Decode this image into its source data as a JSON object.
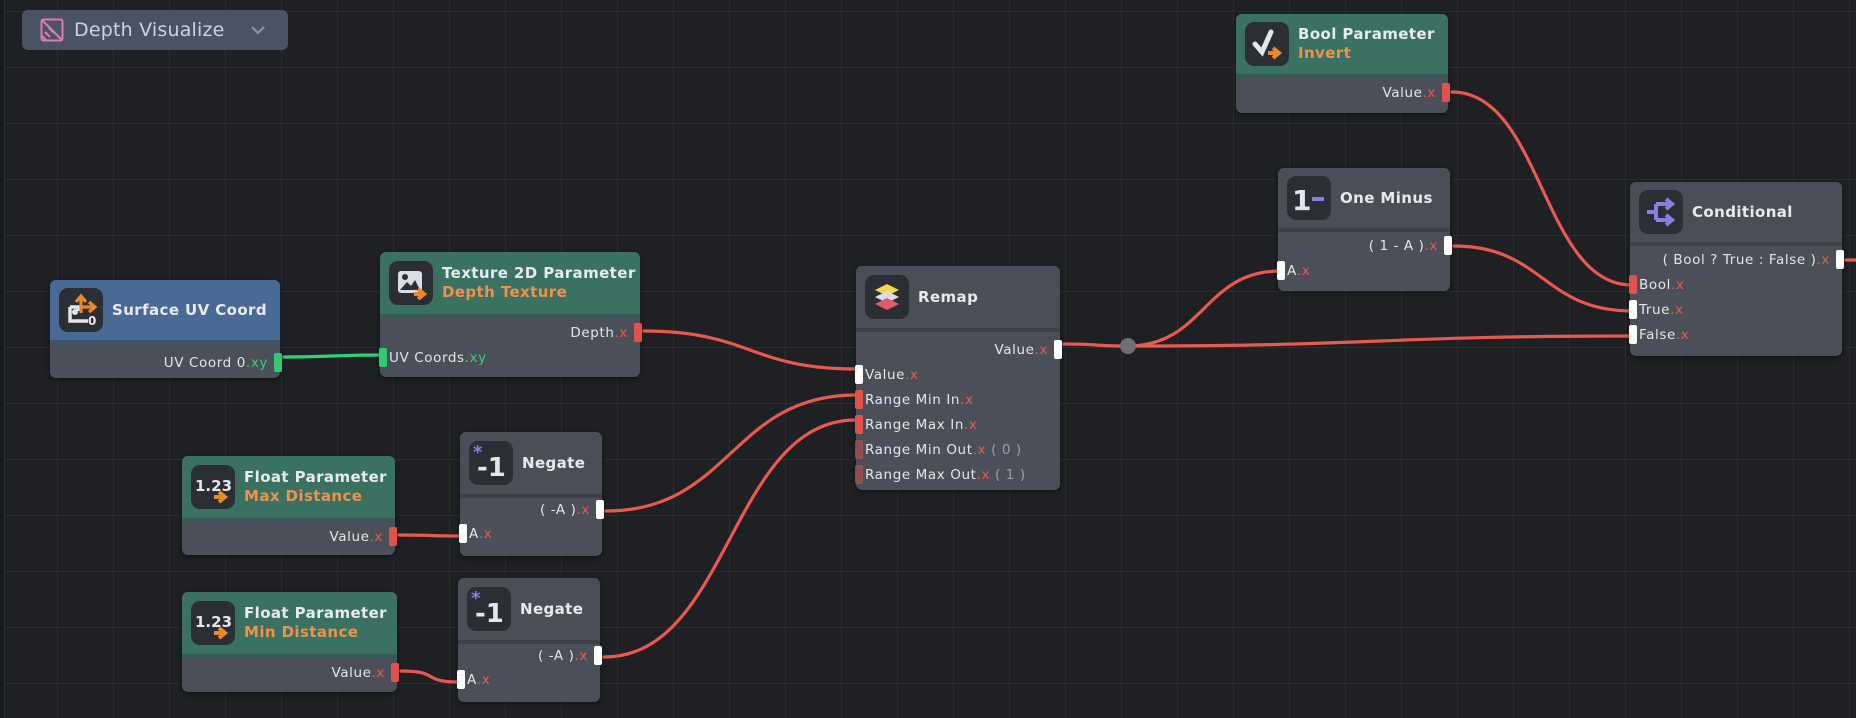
{
  "graph_title": {
    "label": "Depth Visualize",
    "icon": "texture-graph-icon",
    "dropdown_icon": "chevron-down-icon",
    "icon_color": "#e07ab0"
  },
  "colors": {
    "float_edge": "#e8594f",
    "vector2_edge": "#2fd07a",
    "param_header": "#3b7163",
    "uv_header": "#4a6a96",
    "node_body": "#4a4f59",
    "accent_orange": "#f0934a"
  },
  "nodes": {
    "surface_uv": {
      "title": "Surface UV Coord",
      "icon": "uv-coord-icon",
      "outputs": [
        {
          "label": "UV Coord 0",
          "suffix": ".xy"
        }
      ]
    },
    "texture2d": {
      "title": "Texture 2D Parameter",
      "subtitle": "Depth Texture",
      "icon": "texture-parameter-icon",
      "outputs": [
        {
          "label": "Depth",
          "suffix": ".x"
        }
      ],
      "inputs": [
        {
          "label": "UV Coords",
          "suffix": ".xy"
        }
      ]
    },
    "float_max": {
      "title": "Float Parameter",
      "subtitle": "Max Distance",
      "icon_text": "1.23",
      "outputs": [
        {
          "label": "Value",
          "suffix": ".x"
        }
      ]
    },
    "float_min": {
      "title": "Float Parameter",
      "subtitle": "Min Distance",
      "icon_text": "1.23",
      "outputs": [
        {
          "label": "Value",
          "suffix": ".x"
        }
      ]
    },
    "negate_1": {
      "title": "Negate",
      "icon_text": "-1",
      "outputs": [
        {
          "label": "( -A )",
          "suffix": ".x"
        }
      ],
      "inputs": [
        {
          "label": "A",
          "suffix": ".x"
        }
      ]
    },
    "negate_2": {
      "title": "Negate",
      "icon_text": "-1",
      "outputs": [
        {
          "label": "( -A )",
          "suffix": ".x"
        }
      ],
      "inputs": [
        {
          "label": "A",
          "suffix": ".x"
        }
      ]
    },
    "remap": {
      "title": "Remap",
      "icon": "layers-icon",
      "outputs": [
        {
          "label": "Value",
          "suffix": ".x"
        }
      ],
      "inputs": [
        {
          "label": "Value",
          "suffix": ".x"
        },
        {
          "label": "Range Min In",
          "suffix": ".x"
        },
        {
          "label": "Range Max In",
          "suffix": ".x"
        },
        {
          "label": "Range Min Out",
          "suffix": ".x",
          "default": "( 0 )"
        },
        {
          "label": "Range Max Out",
          "suffix": ".x",
          "default": "( 1 )"
        }
      ]
    },
    "bool_param": {
      "title": "Bool Parameter",
      "subtitle": "Invert",
      "icon": "checkmark-parameter-icon",
      "outputs": [
        {
          "label": "Value",
          "suffix": ".x"
        }
      ]
    },
    "one_minus": {
      "title": "One Minus",
      "icon_text": "1-",
      "outputs": [
        {
          "label": "( 1 - A )",
          "suffix": ".x"
        }
      ],
      "inputs": [
        {
          "label": "A",
          "suffix": ".x"
        }
      ]
    },
    "conditional": {
      "title": "Conditional",
      "icon": "branch-icon",
      "outputs": [
        {
          "label": "( Bool ? True : False )",
          "suffix": ".x"
        }
      ],
      "inputs": [
        {
          "label": "Bool",
          "suffix": ".x"
        },
        {
          "label": "True",
          "suffix": ".x"
        },
        {
          "label": "False",
          "suffix": ".x"
        }
      ]
    }
  },
  "connections": [
    {
      "from": "surface_uv.UV Coord 0",
      "to": "texture2d.UV Coords",
      "type": "vector2"
    },
    {
      "from": "texture2d.Depth",
      "to": "remap.Value",
      "type": "float"
    },
    {
      "from": "float_max.Value",
      "to": "negate_1.A",
      "type": "float"
    },
    {
      "from": "float_min.Value",
      "to": "negate_2.A",
      "type": "float"
    },
    {
      "from": "negate_1.( -A )",
      "to": "remap.Range Min In",
      "type": "float"
    },
    {
      "from": "negate_2.( -A )",
      "to": "remap.Range Max In",
      "type": "float"
    },
    {
      "from": "remap.Value",
      "to": "reroute",
      "type": "float"
    },
    {
      "from": "reroute",
      "to": "one_minus.A",
      "type": "float"
    },
    {
      "from": "reroute",
      "to": "conditional.False",
      "type": "float"
    },
    {
      "from": "one_minus.( 1 - A )",
      "to": "conditional.True",
      "type": "float"
    },
    {
      "from": "bool_param.Value",
      "to": "conditional.Bool",
      "type": "float"
    },
    {
      "from": "conditional.( Bool ? True : False )",
      "to": "offscreen",
      "type": "float"
    }
  ]
}
